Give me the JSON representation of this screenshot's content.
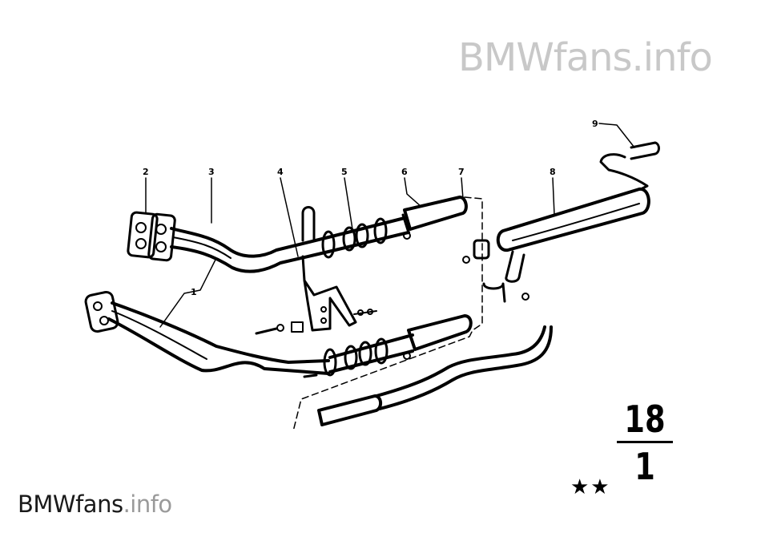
{
  "watermark_top": {
    "brand": "BMWfans",
    "suffix": ".info"
  },
  "watermark_bottom": {
    "brand": "BMWfans",
    "suffix": ".info"
  },
  "group": {
    "main": "18",
    "sub": "1"
  },
  "stars": "★★",
  "callouts": [
    {
      "id": "2",
      "label": "2"
    },
    {
      "id": "3",
      "label": "3"
    },
    {
      "id": "4",
      "label": "4"
    },
    {
      "id": "5",
      "label": "5"
    },
    {
      "id": "6",
      "label": "6"
    },
    {
      "id": "7",
      "label": "7"
    },
    {
      "id": "8",
      "label": "8"
    },
    {
      "id": "9",
      "label": "9"
    },
    {
      "id": "1",
      "label": "1"
    }
  ],
  "colors": {
    "line": "#000000",
    "watermark": "#c8c8c8"
  }
}
